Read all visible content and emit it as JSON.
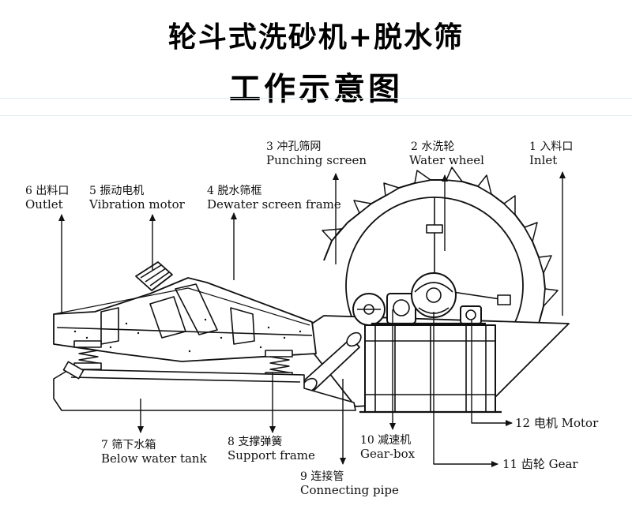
{
  "title": {
    "line1": "轮斗式洗砂机+脱水筛",
    "line2": "工作示意图"
  },
  "labels": {
    "inlet_cn": "1 入料口",
    "inlet_en": "Inlet",
    "water_wheel_cn": "2 水洗轮",
    "water_wheel_en": "Water wheel",
    "punching_screen_cn": "3 冲孔筛网",
    "punching_screen_en": "Punching screen",
    "dewater_frame_cn": "4 脱水筛框",
    "dewater_frame_en": "Dewater screen frame",
    "vibration_motor_cn": "5 振动电机",
    "vibration_motor_en": "Vibration motor",
    "outlet_cn": "6 出料口",
    "outlet_en": "Outlet",
    "below_tank_cn": "7 筛下水箱",
    "below_tank_en": "Below water tank",
    "support_frame_cn": "8 支撑弹簧",
    "support_frame_en": "Support frame",
    "connecting_pipe_cn": "9 连接管",
    "connecting_pipe_en": "Connecting pipe",
    "gear_box_cn": "10 减速机",
    "gear_box_en": "Gear-box",
    "gear": "11 齿轮 Gear",
    "motor": "12 电机 Motor"
  },
  "colors": {
    "line": "#111111",
    "rule": "#e3eef2",
    "background": "#ffffff"
  }
}
